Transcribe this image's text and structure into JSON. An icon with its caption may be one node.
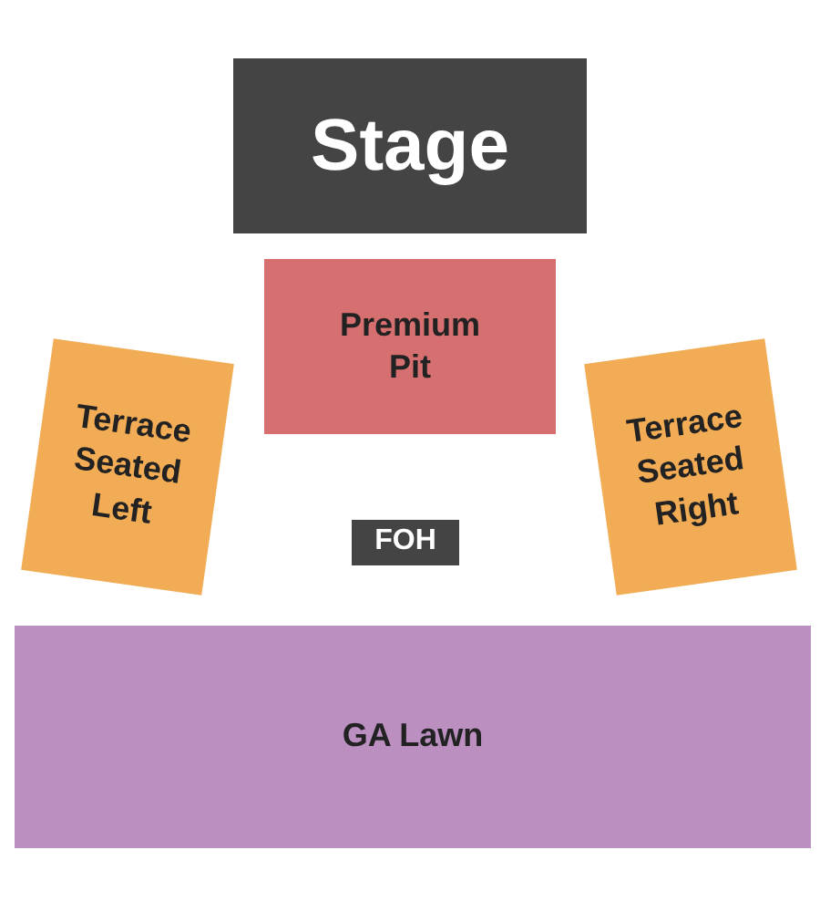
{
  "diagram": {
    "nodes": [
      {
        "text": [
          "Stage"
        ]
      },
      {
        "text": [
          "Premium Pit"
        ]
      },
      {
        "text": [
          "Terrace Seated Left"
        ]
      },
      {
        "text": [
          "Terrace Seated Right"
        ]
      },
      {
        "text": [
          "FOH"
        ]
      },
      {
        "text": [
          "GA Lawn"
        ]
      }
    ]
  }
}
